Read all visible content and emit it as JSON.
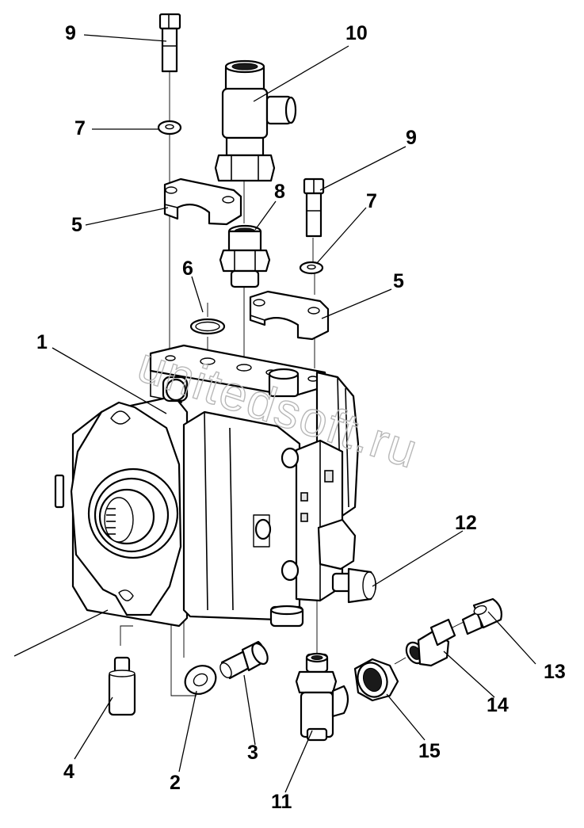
{
  "watermark": "unitedsoft.ru",
  "callouts": {
    "c1": "1",
    "c2": "2",
    "c3": "3",
    "c4": "4",
    "c5a": "5",
    "c5b": "5",
    "c6": "6",
    "c7a": "7",
    "c7b": "7",
    "c8": "8",
    "c9a": "9",
    "c9b": "9",
    "c10": "10",
    "c11": "11",
    "c12": "12",
    "c13": "13",
    "c14": "14",
    "c15": "15"
  }
}
